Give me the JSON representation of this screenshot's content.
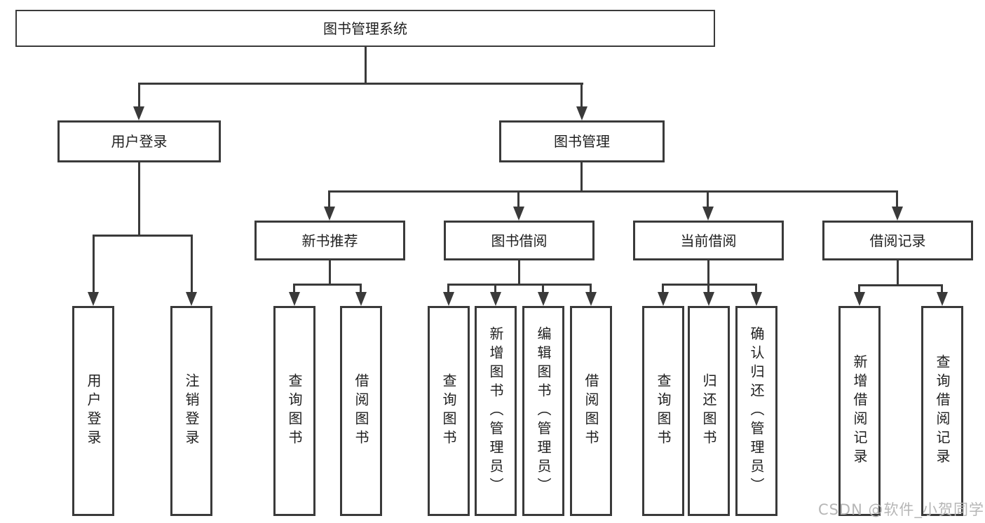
{
  "diagram_type": "hierarchy-flowchart",
  "colors": {
    "line": "#3a3a3a",
    "box_border": "#3a3a3a",
    "box_fill": "#ffffff",
    "text": "#1f1f1f",
    "watermark": "#b6b6b6",
    "background": "#ffffff"
  },
  "tree": {
    "label": "图书管理系统",
    "children": [
      {
        "label": "用户登录",
        "children": [
          {
            "label": "用户登录"
          },
          {
            "label": "注销登录"
          }
        ]
      },
      {
        "label": "图书管理",
        "children": [
          {
            "label": "新书推荐",
            "children": [
              {
                "label": "查询图书"
              },
              {
                "label": "借阅图书"
              }
            ]
          },
          {
            "label": "图书借阅",
            "children": [
              {
                "label": "查询图书"
              },
              {
                "label": "新增图书（管理员）"
              },
              {
                "label": "编辑图书（管理员）"
              },
              {
                "label": "借阅图书"
              }
            ]
          },
          {
            "label": "当前借阅",
            "children": [
              {
                "label": "查询图书"
              },
              {
                "label": "归还图书"
              },
              {
                "label": "确认归还（管理员）"
              }
            ]
          },
          {
            "label": "借阅记录",
            "children": [
              {
                "label": "新增借阅记录"
              },
              {
                "label": "查询借阅记录"
              }
            ]
          }
        ]
      }
    ]
  },
  "watermark": "CSDN @软件_小贺同学"
}
